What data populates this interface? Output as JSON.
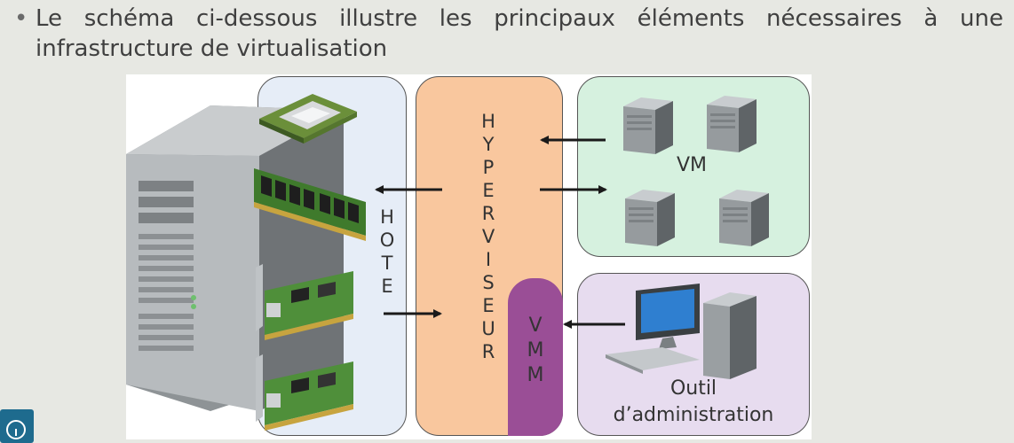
{
  "slide": {
    "bullet_symbol": "•",
    "text": "Le schéma ci-dessous illustre les principaux éléments nécessaires à une infrastructure de virtualisation"
  },
  "diagram": {
    "host_letters": [
      "H",
      "O",
      "T",
      "E"
    ],
    "hypervisor_letters": [
      "H",
      "Y",
      "P",
      "E",
      "R",
      "V",
      "I",
      "S",
      "E",
      "U",
      "R"
    ],
    "vmm_letters": [
      "V",
      "M",
      "M"
    ],
    "vm_label": "VM",
    "admin_label_line1": "Outil",
    "admin_label_line2": "d’administration"
  },
  "colors": {
    "host_fill": "#e6edf7",
    "hypervisor_fill": "#f9c79e",
    "vmm_fill": "#9a4e96",
    "vm_fill": "#d6f1df",
    "admin_fill": "#e7dcef"
  },
  "icons": {
    "server": "server-tower-icon",
    "cpu": "cpu-chip-icon",
    "ram": "ram-module-icon",
    "nic": "network-card-icon",
    "vm": "vm-server-icon",
    "workstation": "workstation-icon",
    "info": "info-icon"
  }
}
